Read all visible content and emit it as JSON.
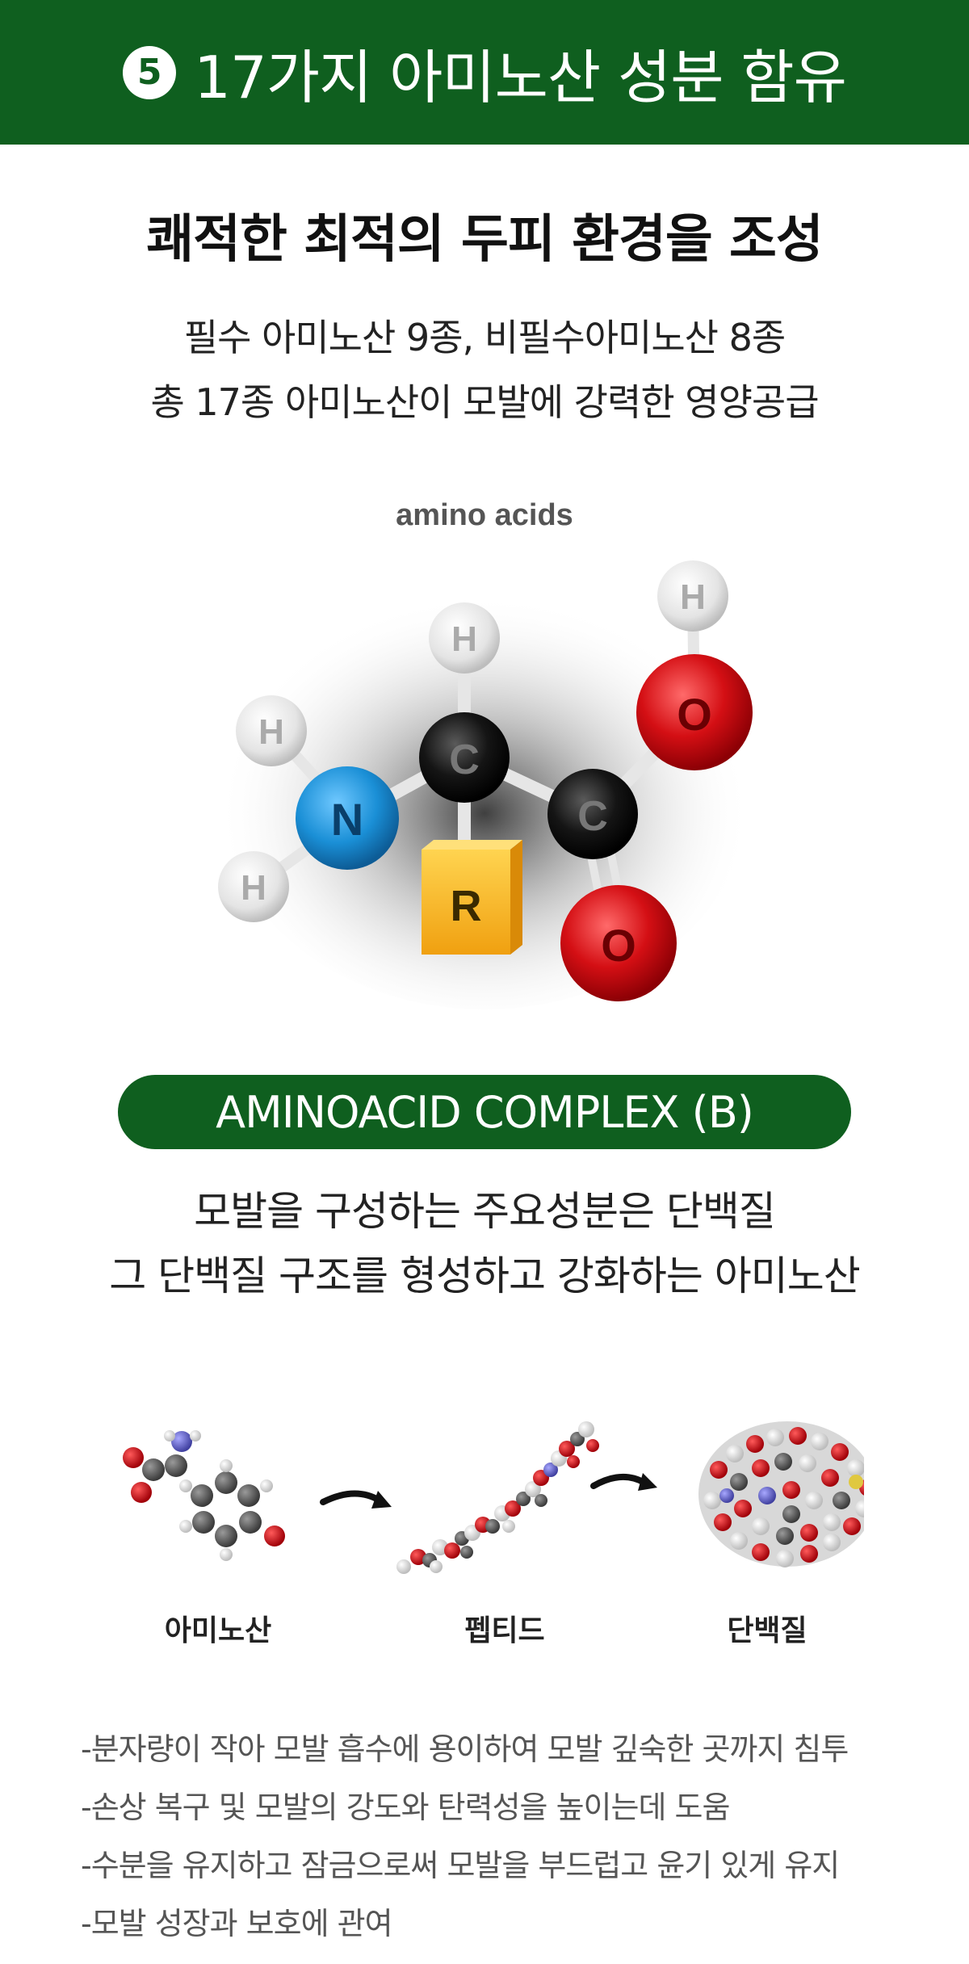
{
  "header": {
    "number": "5",
    "title": "17가지 아미노산 성분 함유"
  },
  "subtitle": "쾌적한 최적의 두피 환경을 조성",
  "description1": {
    "line1": "필수 아미노산 9종, 비필수아미노산 8종",
    "line2": "총 17종 아미노산이 모발에 강력한 영양공급"
  },
  "molecule": {
    "caption": "amino acids",
    "atoms": {
      "h_top": "H",
      "h_right_top": "H",
      "h_left_top": "H",
      "h_left_bottom": "H",
      "n": "N",
      "c_center": "C",
      "c_right": "C",
      "o_top": "O",
      "o_bottom": "O",
      "r": "R"
    },
    "colors": {
      "hydrogen": "#e8e8e8",
      "nitrogen": "#1a8fd6",
      "carbon": "#111111",
      "oxygen": "#d40f14",
      "r_group": "#f5b21f"
    }
  },
  "badge": {
    "label": "AMINOACID COMPLEX (B)"
  },
  "description2": {
    "line1": "모발을 구성하는 주요성분은 단백질",
    "line2": "그 단백질 구조를 형성하고 강화하는 아미노산"
  },
  "process": {
    "steps": [
      {
        "label": "아미노산"
      },
      {
        "label": "펩티드"
      },
      {
        "label": "단백질"
      }
    ]
  },
  "bullets": [
    "-분자량이 작아 모발 흡수에 용이하여 모발 깊숙한 곳까지 침투",
    "-손상 복구 및 모발의 강도와 탄력성을 높이는데 도움",
    "-수분을 유지하고 잠금으로써 모발을 부드럽고 윤기 있게 유지",
    "-모발 성장과 보호에 관여"
  ],
  "theme": {
    "brand_green": "#0f5f1f"
  }
}
